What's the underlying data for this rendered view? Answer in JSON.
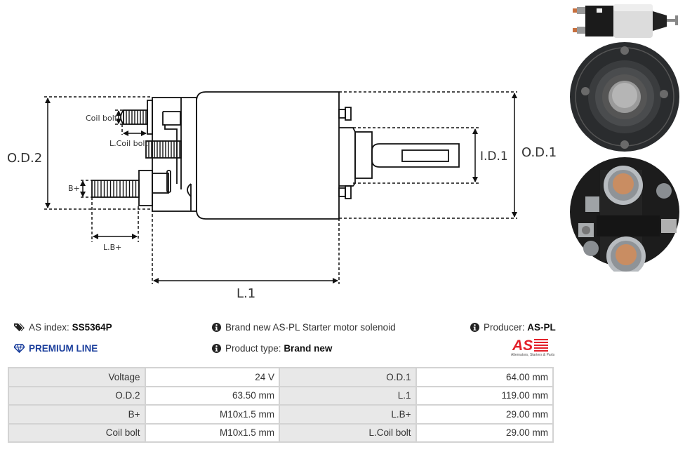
{
  "diagram": {
    "labels": {
      "od2": "O.D.2",
      "od1": "O.D.1",
      "id1": "I.D.1",
      "l1": "L.1",
      "lbplus": "L.B+",
      "bplus": "B+",
      "coil_bolt": "Coil bolt",
      "l_coil_bolt": "L.Coil bolt"
    }
  },
  "photos": {
    "side_view": "solenoid-side-photo",
    "rear_view": "solenoid-rear-photo",
    "terminal_view": "solenoid-terminal-photo"
  },
  "info": {
    "as_index_label": "AS index:",
    "as_index_value": "SS5364P",
    "premium_line": "PREMIUM LINE",
    "description": "Brand new AS-PL Starter motor solenoid",
    "product_type_label": "Product type:",
    "product_type_value": "Brand new",
    "producer_label": "Producer:",
    "producer_value": "AS-PL",
    "logo_text": "AS",
    "logo_tagline": "Alternators, Starters & Parts"
  },
  "colors": {
    "premium_blue": "#1a3e9c",
    "logo_red": "#e3202a",
    "table_key_bg": "#e8e8e8",
    "table_border": "#d3d3d3"
  },
  "specs": [
    {
      "k1": "Voltage",
      "v1": "24 V",
      "k2": "O.D.1",
      "v2": "64.00 mm"
    },
    {
      "k1": "O.D.2",
      "v1": "63.50 mm",
      "k2": "L.1",
      "v2": "119.00 mm"
    },
    {
      "k1": "B+",
      "v1": "M10x1.5 mm",
      "k2": "L.B+",
      "v2": "29.00 mm"
    },
    {
      "k1": "Coil bolt",
      "v1": "M10x1.5 mm",
      "k2": "L.Coil bolt",
      "v2": "29.00 mm"
    }
  ]
}
